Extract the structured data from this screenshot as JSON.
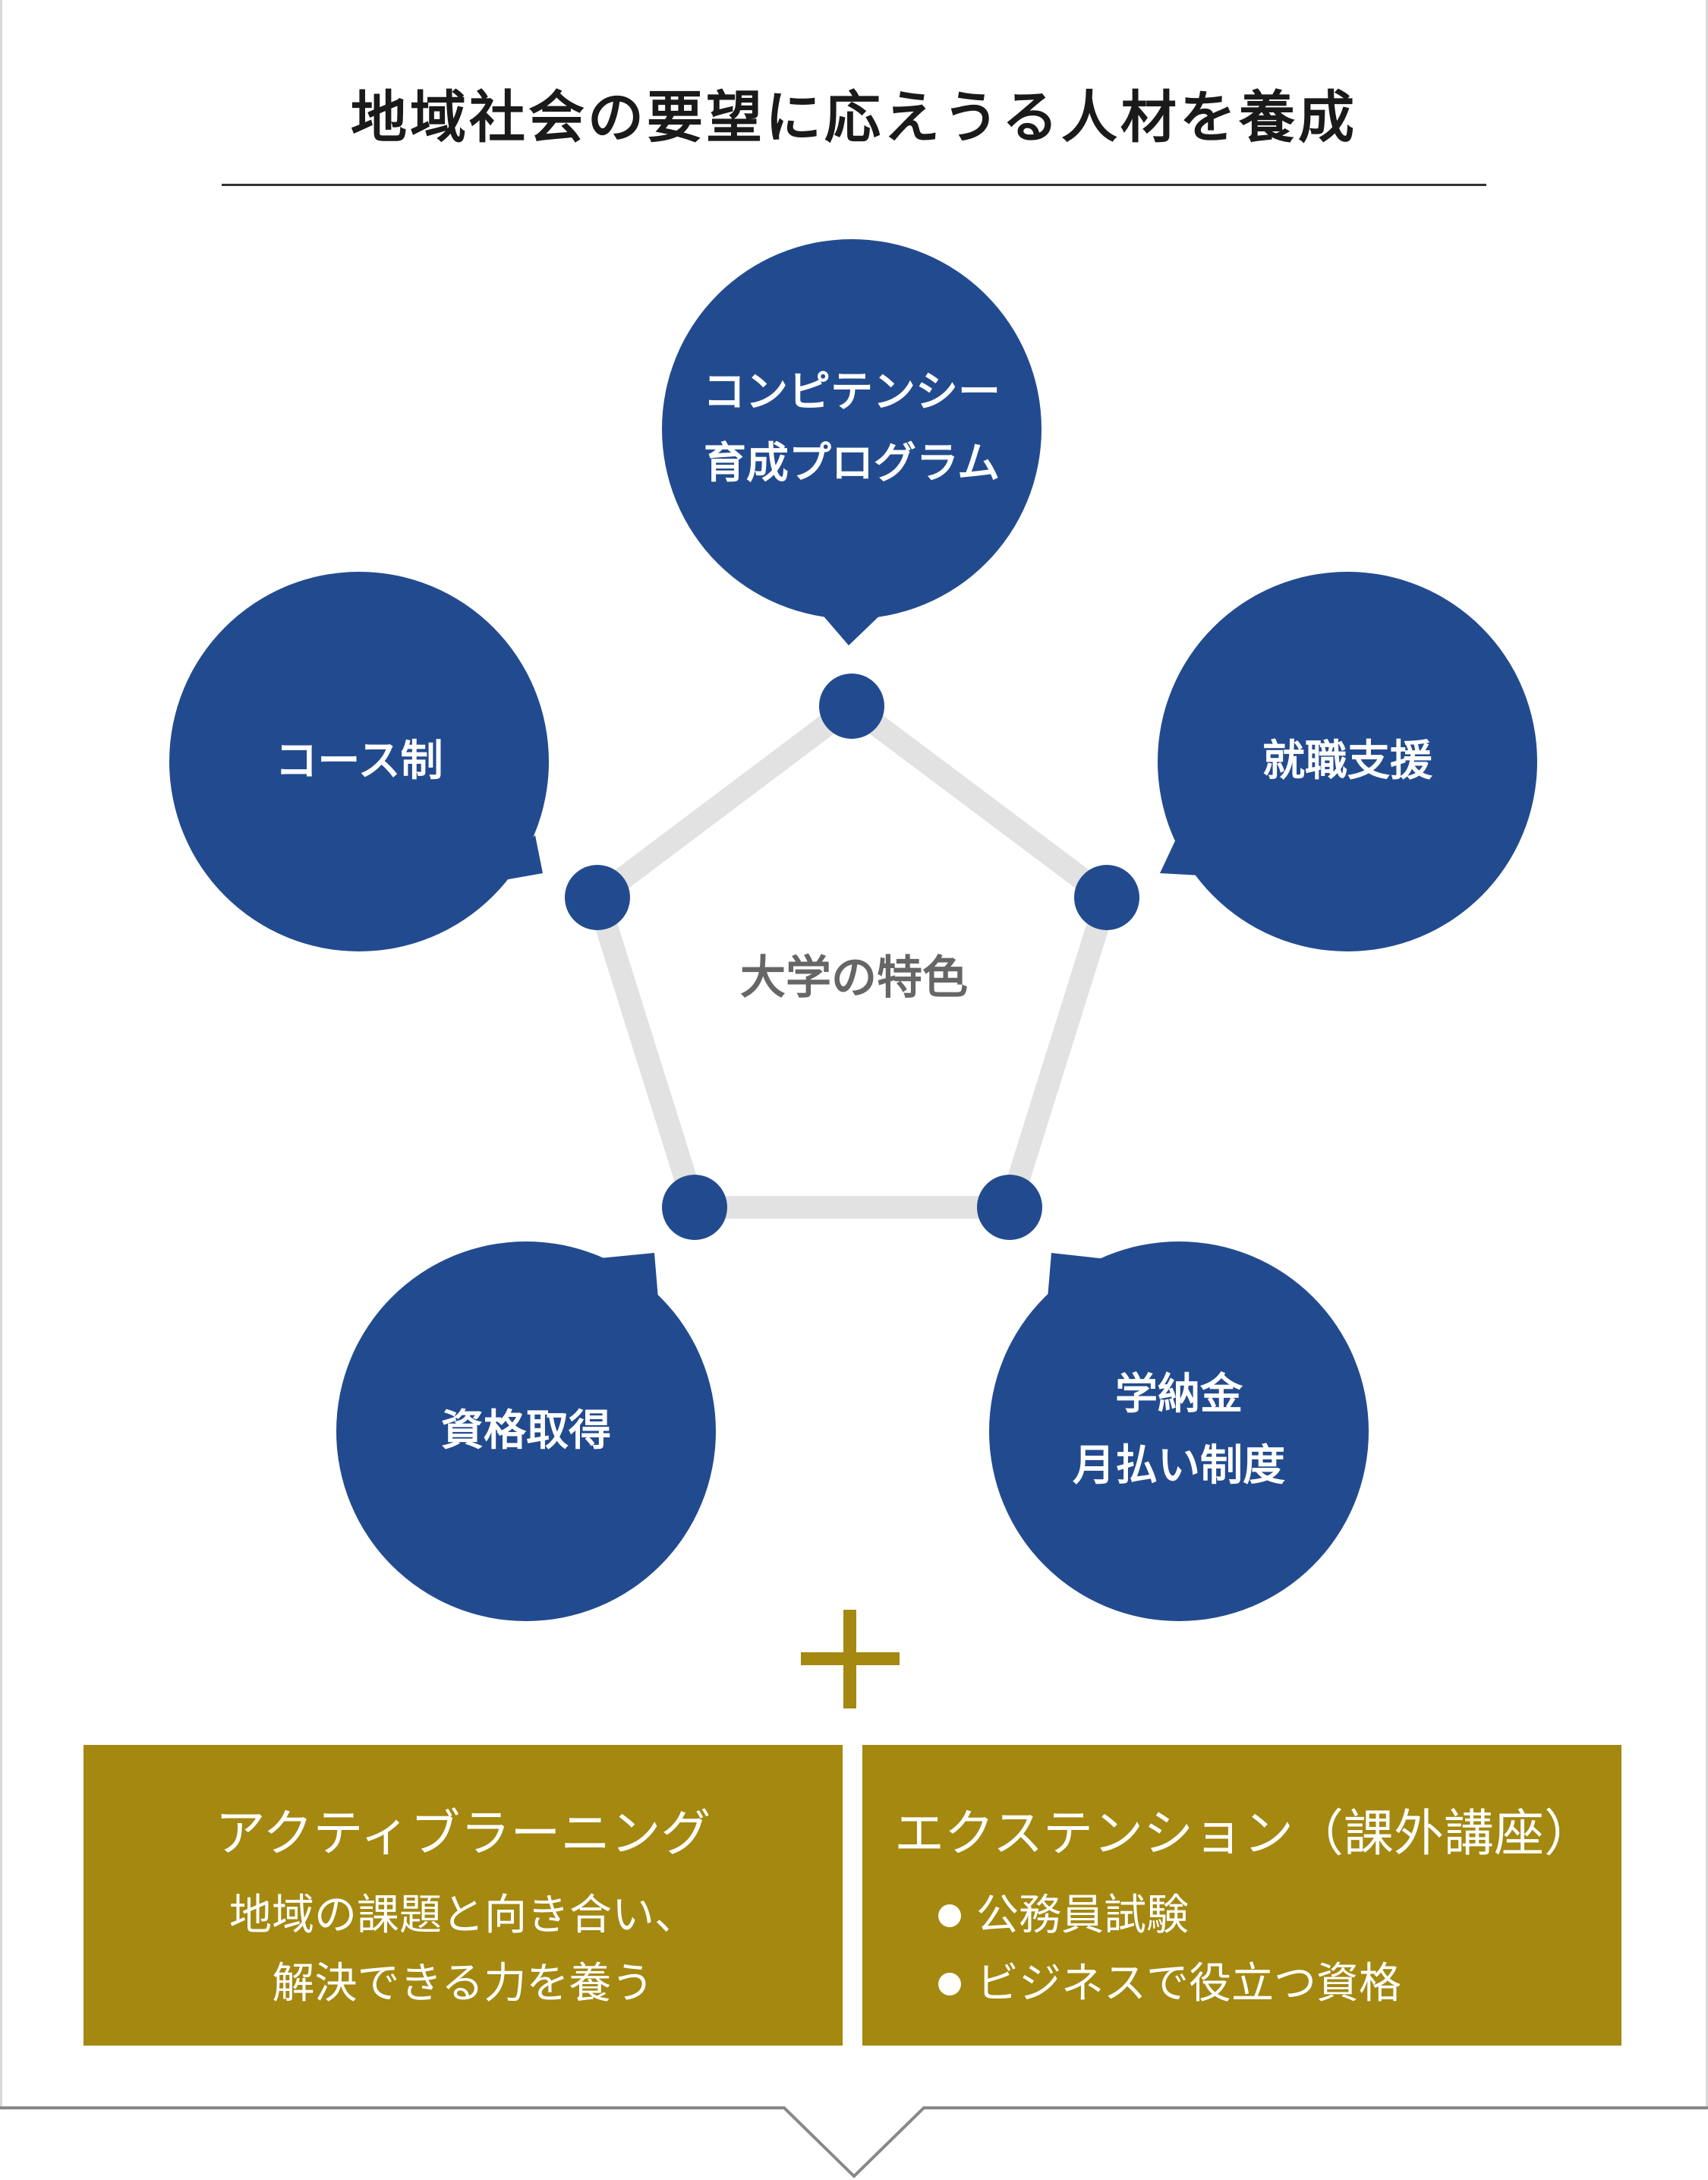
{
  "title": "地域社会の要望に応えうる人材を養成",
  "center_label": "大学の特色",
  "features": [
    {
      "label": "コンピテンシー\n育成プログラム"
    },
    {
      "label": "就職支援"
    },
    {
      "label": "学納金\n月払い制度"
    },
    {
      "label": "資格取得"
    },
    {
      "label": "コース制"
    }
  ],
  "boxes": {
    "active_learning": {
      "heading": "アクティブラーニング",
      "description": "地域の課題と向き合い、\n解決できる力を養う"
    },
    "extension": {
      "heading": "エクステンション（課外講座）",
      "items": [
        "公務員試験",
        "ビジネスで役立つ資格"
      ]
    }
  },
  "colors": {
    "bubble": "#224b8f",
    "pentagon": "#e2e2e2",
    "gold": "#a48810",
    "title_text": "#1a1a1a",
    "center_text": "#666666"
  }
}
